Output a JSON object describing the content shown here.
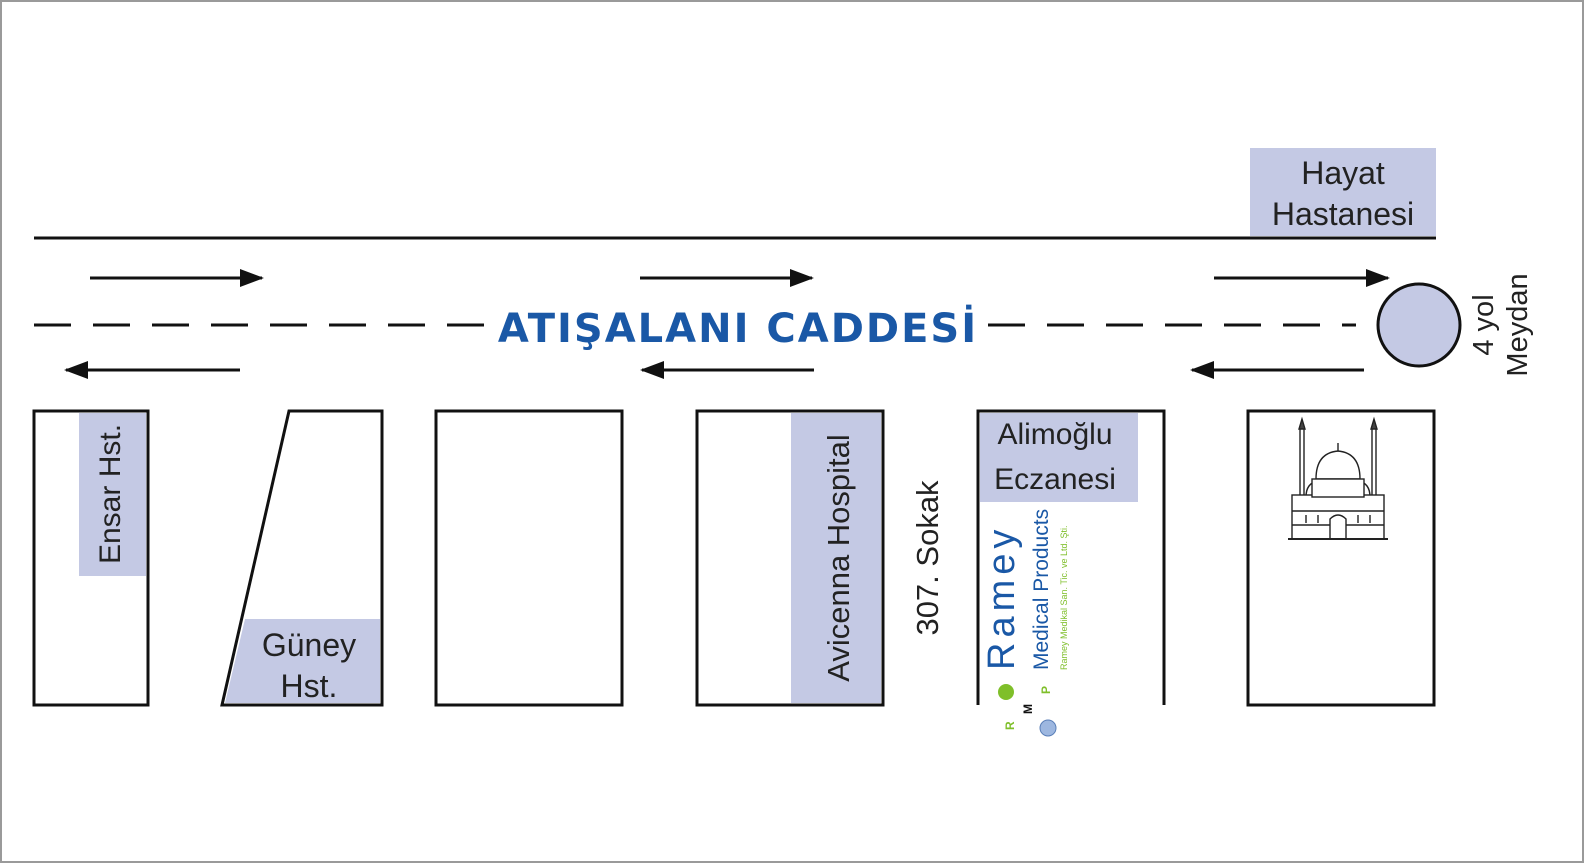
{
  "colors": {
    "road_line": "#111111",
    "street_name": "#1a58a6",
    "label_fill": "#c4c9e4",
    "roundabout_fill": "#c4c9e4",
    "text": "#222222",
    "frame": "#9a9a9a",
    "logo_green": "#7fbf2a",
    "logo_blue": "#9db7e0"
  },
  "street": {
    "name": "ATIŞALANI CADDESİ"
  },
  "roundabout": {
    "label_line1": "4 yol",
    "label_line2": "Meydan"
  },
  "labels": {
    "hayat_line1": "Hayat",
    "hayat_line2": "Hastanesi",
    "ensar": "Ensar Hst.",
    "guney_line1": "Güney",
    "guney_line2": "Hst.",
    "avicenna": "Avicenna Hospital",
    "sokak": "307. Sokak",
    "alimoglu_line1": "Alimoğlu",
    "alimoglu_line2": "Eczanesi"
  },
  "logo": {
    "brand": "Ramey",
    "subtitle": "Medical Products",
    "legal": "Ramey Medikal San. Tic. ve Ltd. Şti.",
    "letter_r": "R",
    "letter_m": "M",
    "letter_p": "P"
  },
  "icons": {
    "mosque": "mosque-icon",
    "roundabout": "roundabout-icon",
    "traffic_arrow": "arrow-icon"
  }
}
